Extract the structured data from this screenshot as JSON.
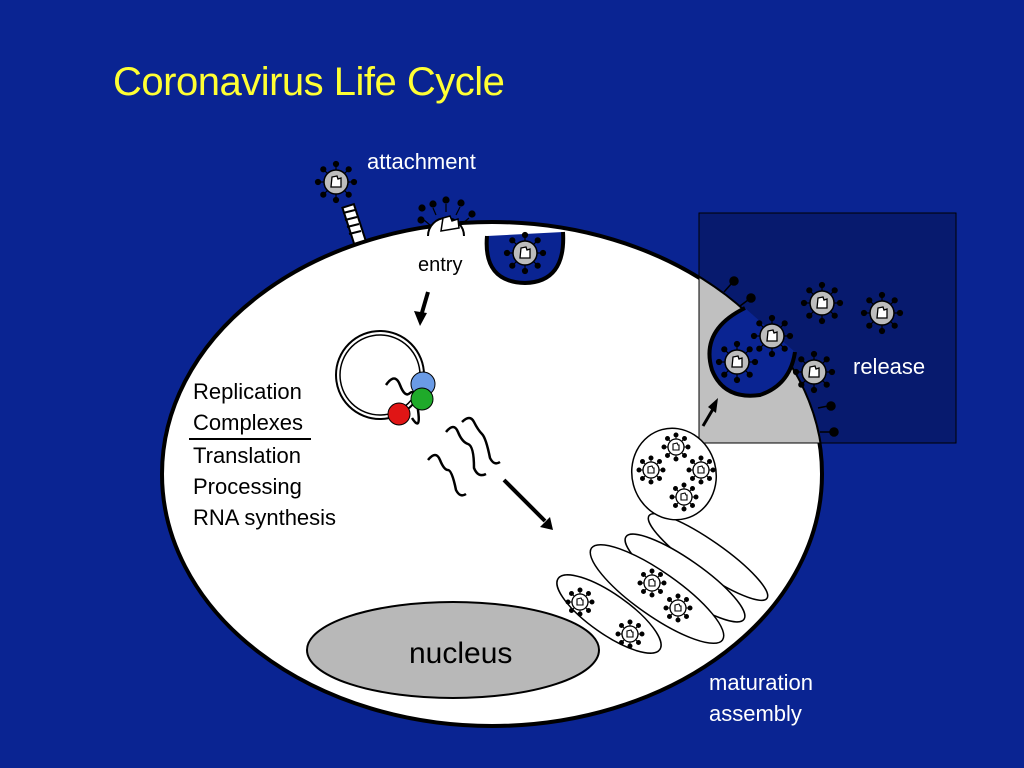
{
  "title": "Coronavirus Life Cycle",
  "labels": {
    "attachment": "attachment",
    "entry": "entry",
    "release": "release",
    "nucleus": "nucleus",
    "maturation": "maturation",
    "assembly": "assembly",
    "replication_list": [
      "Replication",
      "Complexes",
      "Translation",
      "Processing",
      "RNA synthesis"
    ]
  },
  "colors": {
    "background": "#0a2492",
    "title": "#ffff33",
    "release_panel": "#071a6e",
    "cell": "#ffffff",
    "nucleus": "#b8b8b8",
    "virion": "#bdbdbd",
    "complex_blue": "#6a9be6",
    "complex_green": "#1faa2a",
    "complex_red": "#e01515"
  }
}
